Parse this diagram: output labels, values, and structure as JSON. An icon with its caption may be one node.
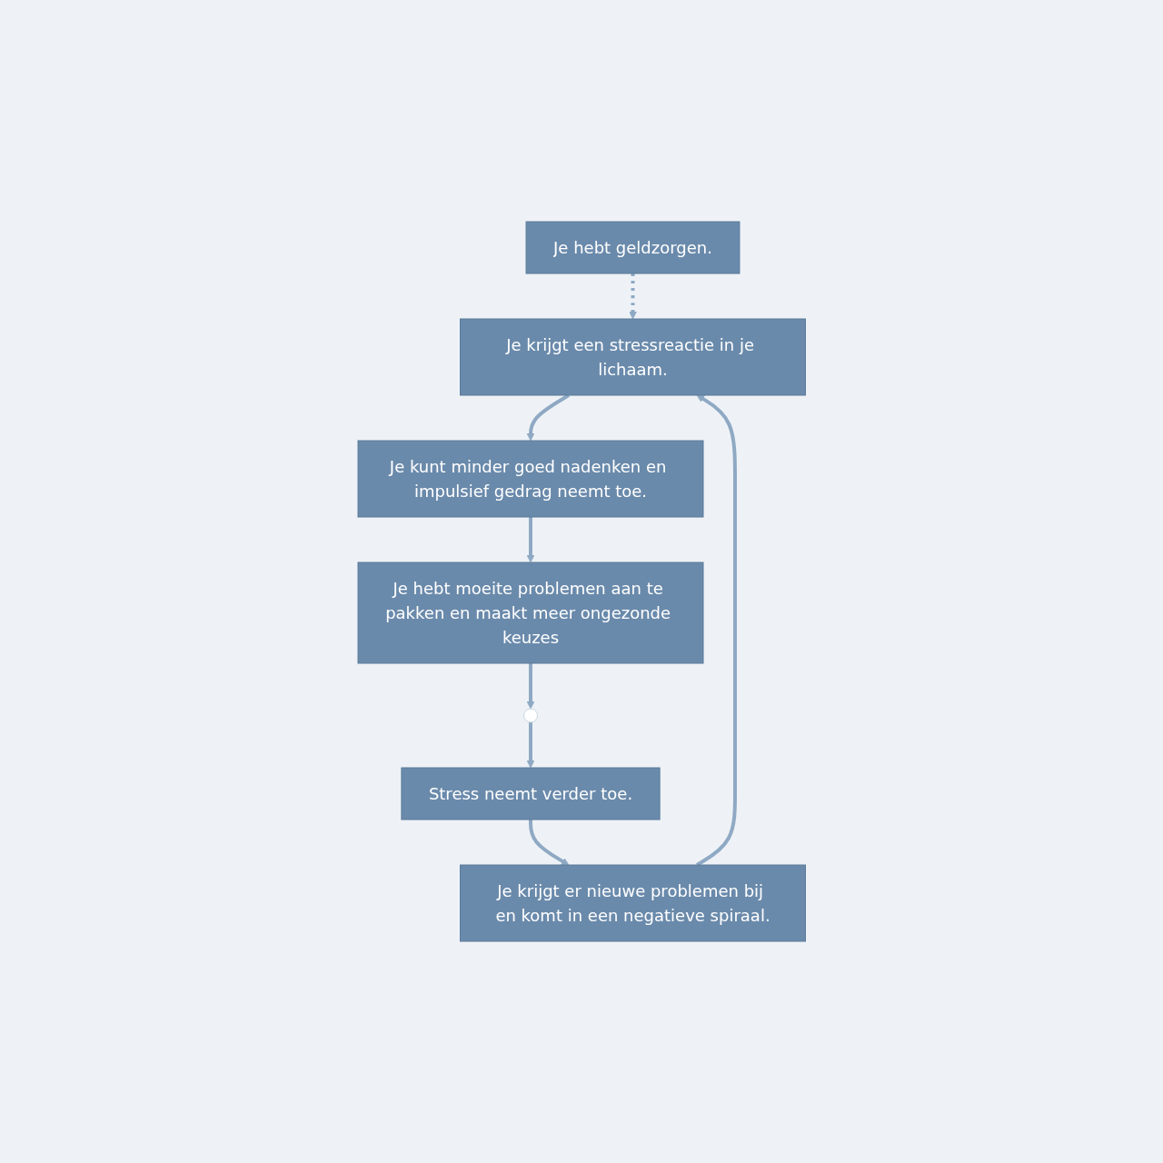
{
  "diagram": {
    "nodes": [
      {
        "text": [
          "Je hebt geldzorgen."
        ]
      },
      {
        "text": [
          "Je krijgt een stressreactie in je lichaam."
        ]
      },
      {
        "text": [
          "Je kunt minder goed nadenken en impulsief gedrag neemt toe."
        ]
      },
      {
        "text": [
          "Je hebt moeite problemen aan te pakken en maakt meer ongezonde keuzes"
        ]
      },
      {
        "text": [],
        "shape": "picture"
      },
      {
        "text": [
          "Stress neemt verder toe."
        ]
      },
      {
        "text": [
          "Je krijgt er nieuwe problemen bij en komt in een negatieve spiraal."
        ]
      }
    ],
    "edges": [
      {
        "from": 0,
        "to": 1,
        "arrow": "to",
        "style": "dashed"
      },
      {
        "from": 1,
        "to": 2,
        "arrow": "to"
      },
      {
        "from": 2,
        "to": 3,
        "arrow": "to"
      },
      {
        "from": 3,
        "to": 4,
        "arrow": "to"
      },
      {
        "from": 4,
        "to": 5,
        "arrow": "to"
      },
      {
        "from": 5,
        "to": 6,
        "arrow": "to"
      },
      {
        "from": 6,
        "to": 1,
        "arrow": "to"
      }
    ]
  }
}
